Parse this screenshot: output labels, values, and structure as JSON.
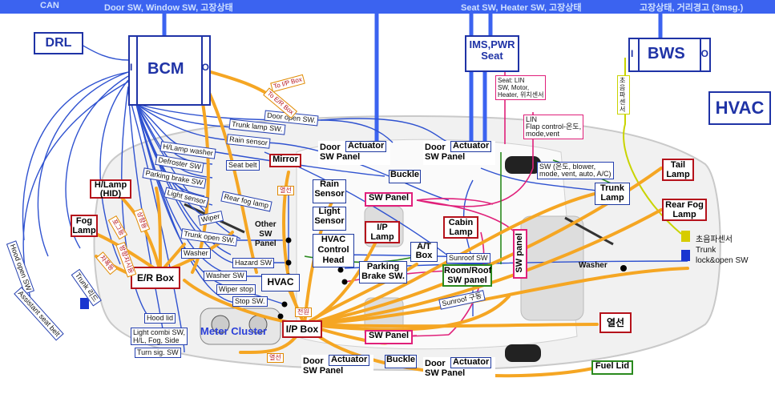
{
  "can_bus": {
    "can": "CAN",
    "door_window": "Door SW, Window SW, 고장상태",
    "seat_heater": "Seat SW, Heater SW, 고장상태",
    "fault_distance": "고장상태, 거리경고 (3msg.)"
  },
  "modules": {
    "drl": "DRL",
    "bcm": "BCM",
    "bcm_in": "I",
    "bcm_out": "O",
    "ims_line1": "IMS,PWR",
    "ims_line2": "Seat",
    "bws": "BWS",
    "bws_in": "I",
    "bws_out": "O",
    "hvac": "HVAC"
  },
  "notes": {
    "seat_lin": [
      "Seat: LIN",
      "SW, Motor,",
      "Heater, 위치센서"
    ],
    "flap_lin": [
      "LIN",
      "Flap control-온도,",
      "mode,vent"
    ],
    "sw_temp": [
      "SW (온도, blower,",
      "mode, vent, auto, A/C)"
    ],
    "bws_link": "초음파센서",
    "ultrasonic": "초음파센서",
    "trunk_lock": [
      "Trunk",
      "lock&open SW"
    ]
  },
  "devices": {
    "mirror": "Mirror",
    "rain_sensor": [
      "Rain",
      "Sensor"
    ],
    "light_sensor": [
      "Light",
      "Sensor"
    ],
    "other_sw": [
      "Other",
      "SW",
      "Panel"
    ],
    "hvac_head": [
      "HVAC",
      "Control",
      "Head"
    ],
    "hvac_small": "HVAC",
    "hlamp": [
      "H/Lamp",
      "(HID)"
    ],
    "fog_lamp": [
      "Fog",
      "Lamp"
    ],
    "er_box": "E/R Box",
    "ip_box": "I/P Box",
    "meter_cluster": "Meter Cluster",
    "ip_lamp": [
      "I/P",
      "Lamp"
    ],
    "parking_brake": [
      "Parking",
      "Brake SW."
    ],
    "at_box": [
      "A/T",
      "Box"
    ],
    "cabin_lamp": [
      "Cabin",
      "Lamp"
    ],
    "room_roof": [
      "Room/Roof",
      "SW panel"
    ],
    "sw_panel_top": "SW Panel",
    "sw_panel_bottom": "SW Panel",
    "sw_panel_vertical": "SW panel",
    "buckle_top": "Buckle",
    "buckle_bottom": "Buckle",
    "trunk_lamp": [
      "Trunk",
      "Lamp"
    ],
    "tail_lamp": [
      "Tail",
      "Lamp"
    ],
    "rear_fog": [
      "Rear Fog",
      "Lamp"
    ],
    "yeolseon": "열선",
    "fuel_lid": "Fuel Lid",
    "washer_rear": "Washer",
    "door_sw": "Door",
    "sw_panel_word": "SW Panel",
    "actuator": "Actuator"
  },
  "signals": {
    "door_open": "Door open SW.",
    "trunk_lamp_sw": "Trunk lamp SW.",
    "rain_sensor_sig": "Rain sensor",
    "hlamp_washer": "H/Lamp washer",
    "defroster": "Defroster SW",
    "seat_belt": "Seat belt",
    "parking_brake_sw": "Parking brake SW",
    "light_sensor_sig": "Light sensor",
    "rear_fog_lamp": "Rear fog lamp",
    "wiper": "Wiper",
    "trunk_open": "Trunk open SW.",
    "washer": "Washer",
    "hazard": "Hazard SW",
    "washer_sw": "Washer SW",
    "wiper_stop": "Wiper stop",
    "stop_sw": "Stop SW.",
    "hood_lid": "Hood lid",
    "light_combi": [
      "Light combi SW,",
      "H/L, Fog, Side"
    ],
    "turn_sig": "Turn sig. SW",
    "hood_open": "Hood open SW",
    "trunk_lid": "Trunk 리드",
    "assistant_belt": "Assistant seat belt",
    "sunroof_sw": "Sunroof SW",
    "sunroof_ko": "Sunroof 구동"
  },
  "orange_labels": {
    "to_ip_box": "To I/P Box",
    "to_er_box": "To E/R Box",
    "yeolseon_a": "열선",
    "yeolseon_b": "열선",
    "jeonwon": "전원",
    "lamp_hl": "상향등",
    "lamp_fog": "포그등",
    "lamp_side": "차폭등",
    "lamp_dir": "방향지시등"
  }
}
